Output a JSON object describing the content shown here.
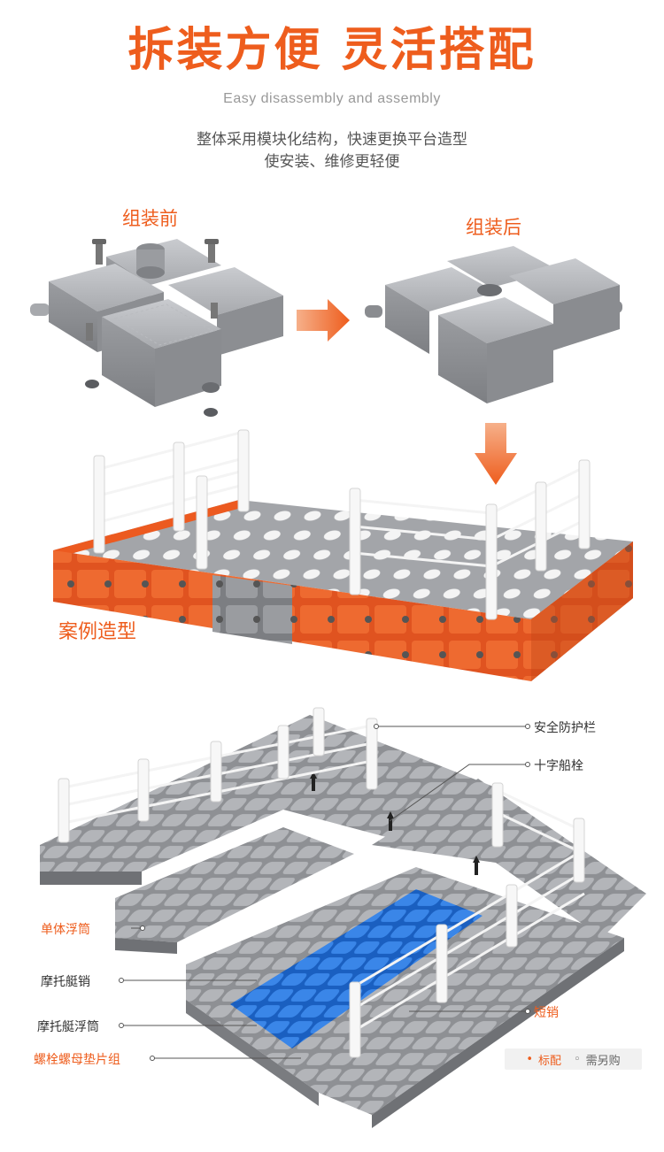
{
  "header": {
    "title": "拆装方便  灵活搭配",
    "subtitle": "Easy disassembly and assembly",
    "description_line1": "整体采用模块化结构，快速更换平台造型",
    "description_line2": "使安装、维修更轻便"
  },
  "assembly": {
    "before_label": "组装前",
    "after_label": "组装后"
  },
  "case": {
    "label": "案例造型"
  },
  "parts": {
    "guardrail": "安全防护栏",
    "cross_bollard": "十字船栓",
    "single_float": "单体浮筒",
    "moto_pin": "摩托艇销",
    "moto_float": "摩托艇浮筒",
    "bolt_nut_washer": "螺栓螺母垫片组",
    "short_pin": "短销"
  },
  "legend": {
    "standard": "标配",
    "extra": "需另购"
  },
  "colors": {
    "accent": "#ee5d1d",
    "module_gray": "#9c9ea2",
    "module_orange": "#e85a20",
    "moto_blue": "#2a73d9",
    "rail_white": "#f2f2f2"
  }
}
